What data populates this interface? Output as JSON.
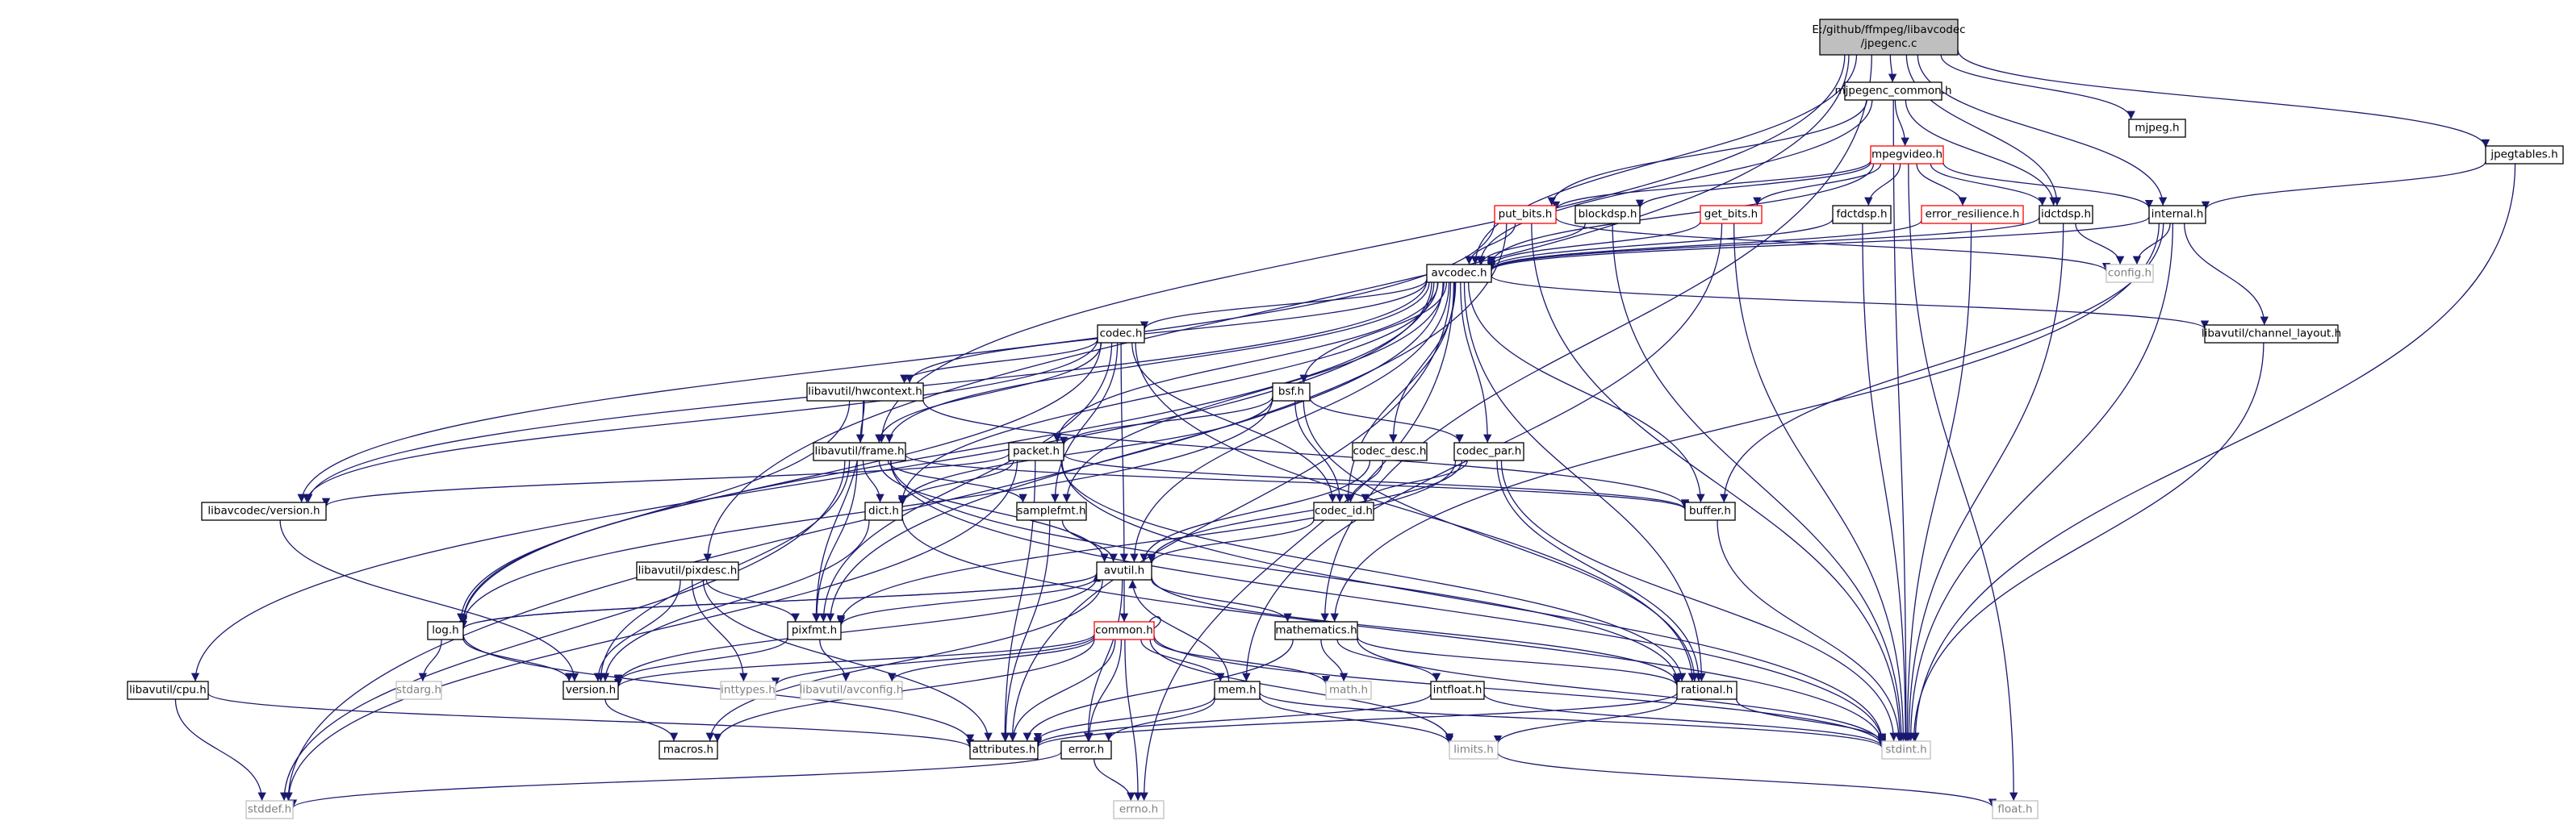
{
  "graph": {
    "edge_color": "#191970",
    "default_node_border": "#000000",
    "missing_node_border": "#bfbfbf",
    "missing_text_color": "#808080",
    "incomplete_node_border": "#ff0000",
    "root_fill": "#bfbfbf",
    "nodes": [
      {
        "id": "jpegenc",
        "lines": [
          "E:/github/ffmpeg/libavcodec",
          "/jpegenc.c"
        ],
        "kind": "root"
      },
      {
        "id": "mjpegenc_common",
        "lines": [
          "mjpegenc_common.h"
        ],
        "kind": "normal"
      },
      {
        "id": "mjpeg",
        "lines": [
          "mjpeg.h"
        ],
        "kind": "normal"
      },
      {
        "id": "jpegtables",
        "lines": [
          "jpegtables.h"
        ],
        "kind": "normal"
      },
      {
        "id": "mpegvideo",
        "lines": [
          "mpegvideo.h"
        ],
        "kind": "incomplete"
      },
      {
        "id": "put_bits",
        "lines": [
          "put_bits.h"
        ],
        "kind": "incomplete"
      },
      {
        "id": "blockdsp",
        "lines": [
          "blockdsp.h"
        ],
        "kind": "normal"
      },
      {
        "id": "get_bits",
        "lines": [
          "get_bits.h"
        ],
        "kind": "incomplete"
      },
      {
        "id": "fdctdsp",
        "lines": [
          "fdctdsp.h"
        ],
        "kind": "normal"
      },
      {
        "id": "error_resilience",
        "lines": [
          "error_resilience.h"
        ],
        "kind": "incomplete"
      },
      {
        "id": "idctdsp",
        "lines": [
          "idctdsp.h"
        ],
        "kind": "normal"
      },
      {
        "id": "internal",
        "lines": [
          "internal.h"
        ],
        "kind": "normal"
      },
      {
        "id": "config",
        "lines": [
          "config.h"
        ],
        "kind": "missing"
      },
      {
        "id": "avcodec",
        "lines": [
          "avcodec.h"
        ],
        "kind": "normal"
      },
      {
        "id": "channel_layout",
        "lines": [
          "libavutil/channel_layout.h"
        ],
        "kind": "normal"
      },
      {
        "id": "codec",
        "lines": [
          "codec.h"
        ],
        "kind": "normal"
      },
      {
        "id": "hwcontext",
        "lines": [
          "libavutil/hwcontext.h"
        ],
        "kind": "normal"
      },
      {
        "id": "bsf",
        "lines": [
          "bsf.h"
        ],
        "kind": "normal"
      },
      {
        "id": "frame",
        "lines": [
          "libavutil/frame.h"
        ],
        "kind": "normal"
      },
      {
        "id": "packet",
        "lines": [
          "packet.h"
        ],
        "kind": "normal"
      },
      {
        "id": "codec_desc",
        "lines": [
          "codec_desc.h"
        ],
        "kind": "normal"
      },
      {
        "id": "codec_par",
        "lines": [
          "codec_par.h"
        ],
        "kind": "normal"
      },
      {
        "id": "lavc_version",
        "lines": [
          "libavcodec/version.h"
        ],
        "kind": "normal"
      },
      {
        "id": "dict",
        "lines": [
          "dict.h"
        ],
        "kind": "normal"
      },
      {
        "id": "samplefmt",
        "lines": [
          "samplefmt.h"
        ],
        "kind": "normal"
      },
      {
        "id": "codec_id",
        "lines": [
          "codec_id.h"
        ],
        "kind": "normal"
      },
      {
        "id": "buffer",
        "lines": [
          "buffer.h"
        ],
        "kind": "normal"
      },
      {
        "id": "pixdesc",
        "lines": [
          "libavutil/pixdesc.h"
        ],
        "kind": "normal"
      },
      {
        "id": "avutil",
        "lines": [
          "avutil.h"
        ],
        "kind": "normal"
      },
      {
        "id": "log",
        "lines": [
          "log.h"
        ],
        "kind": "normal"
      },
      {
        "id": "pixfmt",
        "lines": [
          "pixfmt.h"
        ],
        "kind": "normal"
      },
      {
        "id": "mathematics",
        "lines": [
          "mathematics.h"
        ],
        "kind": "normal"
      },
      {
        "id": "common",
        "lines": [
          "common.h"
        ],
        "kind": "incomplete"
      },
      {
        "id": "stdarg",
        "lines": [
          "stdarg.h"
        ],
        "kind": "missing"
      },
      {
        "id": "version",
        "lines": [
          "version.h"
        ],
        "kind": "normal"
      },
      {
        "id": "inttypes",
        "lines": [
          "inttypes.h"
        ],
        "kind": "missing"
      },
      {
        "id": "avconfig",
        "lines": [
          "libavutil/avconfig.h"
        ],
        "kind": "missing"
      },
      {
        "id": "math",
        "lines": [
          "math.h"
        ],
        "kind": "missing"
      },
      {
        "id": "intfloat",
        "lines": [
          "intfloat.h"
        ],
        "kind": "normal"
      },
      {
        "id": "rational",
        "lines": [
          "rational.h"
        ],
        "kind": "normal"
      },
      {
        "id": "cpu",
        "lines": [
          "libavutil/cpu.h"
        ],
        "kind": "normal"
      },
      {
        "id": "mem",
        "lines": [
          "mem.h"
        ],
        "kind": "normal"
      },
      {
        "id": "macros",
        "lines": [
          "macros.h"
        ],
        "kind": "normal"
      },
      {
        "id": "attributes",
        "lines": [
          "attributes.h"
        ],
        "kind": "normal"
      },
      {
        "id": "error",
        "lines": [
          "error.h"
        ],
        "kind": "normal"
      },
      {
        "id": "limits",
        "lines": [
          "limits.h"
        ],
        "kind": "missing"
      },
      {
        "id": "stdint",
        "lines": [
          "stdint.h"
        ],
        "kind": "missing"
      },
      {
        "id": "stddef",
        "lines": [
          "stddef.h"
        ],
        "kind": "missing"
      },
      {
        "id": "errno",
        "lines": [
          "errno.h"
        ],
        "kind": "missing"
      },
      {
        "id": "float",
        "lines": [
          "float.h"
        ],
        "kind": "missing"
      }
    ],
    "edges": [
      [
        "jpegenc",
        "mjpegenc_common"
      ],
      [
        "jpegenc",
        "mjpeg"
      ],
      [
        "jpegenc",
        "jpegtables"
      ],
      [
        "jpegenc",
        "avcodec"
      ],
      [
        "jpegenc",
        "idctdsp"
      ],
      [
        "jpegenc",
        "internal"
      ],
      [
        "jpegenc",
        "frame"
      ],
      [
        "jpegenc",
        "pixdesc"
      ],
      [
        "jpegenc",
        "mathematics"
      ],
      [
        "mjpegenc_common",
        "mpegvideo"
      ],
      [
        "mjpegenc_common",
        "avcodec"
      ],
      [
        "mjpegenc_common",
        "put_bits"
      ],
      [
        "mjpegenc_common",
        "idctdsp"
      ],
      [
        "mjpegenc_common",
        "stdint"
      ],
      [
        "jpegtables",
        "internal"
      ],
      [
        "jpegtables",
        "stdint"
      ],
      [
        "mpegvideo",
        "put_bits"
      ],
      [
        "mpegvideo",
        "blockdsp"
      ],
      [
        "mpegvideo",
        "get_bits"
      ],
      [
        "mpegvideo",
        "fdctdsp"
      ],
      [
        "mpegvideo",
        "error_resilience"
      ],
      [
        "mpegvideo",
        "idctdsp"
      ],
      [
        "mpegvideo",
        "internal"
      ],
      [
        "mpegvideo",
        "avcodec"
      ],
      [
        "mpegvideo",
        "float"
      ],
      [
        "put_bits",
        "avcodec"
      ],
      [
        "put_bits",
        "lavc_version"
      ],
      [
        "put_bits",
        "stddef"
      ],
      [
        "put_bits",
        "stdint"
      ],
      [
        "put_bits",
        "config"
      ],
      [
        "blockdsp",
        "avcodec"
      ],
      [
        "blockdsp",
        "stdint"
      ],
      [
        "get_bits",
        "avcodec"
      ],
      [
        "get_bits",
        "mem"
      ],
      [
        "get_bits",
        "stdint"
      ],
      [
        "fdctdsp",
        "avcodec"
      ],
      [
        "fdctdsp",
        "stdint"
      ],
      [
        "error_resilience",
        "avcodec"
      ],
      [
        "error_resilience",
        "stdint"
      ],
      [
        "idctdsp",
        "avcodec"
      ],
      [
        "idctdsp",
        "config"
      ],
      [
        "idctdsp",
        "stdint"
      ],
      [
        "internal",
        "avcodec"
      ],
      [
        "internal",
        "config"
      ],
      [
        "internal",
        "buffer"
      ],
      [
        "internal",
        "channel_layout"
      ],
      [
        "internal",
        "mathematics"
      ],
      [
        "internal",
        "stdint"
      ],
      [
        "avcodec",
        "codec"
      ],
      [
        "avcodec",
        "hwcontext"
      ],
      [
        "avcodec",
        "bsf"
      ],
      [
        "avcodec",
        "frame"
      ],
      [
        "avcodec",
        "packet"
      ],
      [
        "avcodec",
        "codec_desc"
      ],
      [
        "avcodec",
        "codec_par"
      ],
      [
        "avcodec",
        "lavc_version"
      ],
      [
        "avcodec",
        "samplefmt"
      ],
      [
        "avcodec",
        "codec_id"
      ],
      [
        "avcodec",
        "buffer"
      ],
      [
        "avcodec",
        "avutil"
      ],
      [
        "avcodec",
        "log"
      ],
      [
        "avcodec",
        "pixfmt"
      ],
      [
        "avcodec",
        "rational"
      ],
      [
        "avcodec",
        "dict"
      ],
      [
        "avcodec",
        "cpu"
      ],
      [
        "avcodec",
        "channel_layout"
      ],
      [
        "avcodec",
        "attributes"
      ],
      [
        "avcodec",
        "errno"
      ],
      [
        "channel_layout",
        "stdint"
      ],
      [
        "codec",
        "hwcontext"
      ],
      [
        "codec",
        "frame"
      ],
      [
        "codec",
        "samplefmt"
      ],
      [
        "codec",
        "codec_id"
      ],
      [
        "codec",
        "avutil"
      ],
      [
        "codec",
        "log"
      ],
      [
        "codec",
        "pixfmt"
      ],
      [
        "codec",
        "rational"
      ],
      [
        "codec",
        "lavc_version"
      ],
      [
        "hwcontext",
        "buffer"
      ],
      [
        "hwcontext",
        "frame"
      ],
      [
        "hwcontext",
        "log"
      ],
      [
        "hwcontext",
        "pixfmt"
      ],
      [
        "bsf",
        "packet"
      ],
      [
        "bsf",
        "codec_id"
      ],
      [
        "bsf",
        "codec_par"
      ],
      [
        "bsf",
        "dict"
      ],
      [
        "bsf",
        "log"
      ],
      [
        "bsf",
        "rational"
      ],
      [
        "frame",
        "avutil"
      ],
      [
        "frame",
        "buffer"
      ],
      [
        "frame",
        "dict"
      ],
      [
        "frame",
        "pixfmt"
      ],
      [
        "frame",
        "rational"
      ],
      [
        "frame",
        "samplefmt"
      ],
      [
        "frame",
        "version"
      ],
      [
        "frame",
        "stddef"
      ],
      [
        "frame",
        "stdint"
      ],
      [
        "packet",
        "buffer"
      ],
      [
        "packet",
        "dict"
      ],
      [
        "packet",
        "rational"
      ],
      [
        "packet",
        "attributes"
      ],
      [
        "packet",
        "lavc_version"
      ],
      [
        "packet",
        "stddef"
      ],
      [
        "packet",
        "stdint"
      ],
      [
        "codec_desc",
        "codec_id"
      ],
      [
        "codec_desc",
        "avutil"
      ],
      [
        "codec_par",
        "codec_id"
      ],
      [
        "codec_par",
        "avutil"
      ],
      [
        "codec_par",
        "pixfmt"
      ],
      [
        "codec_par",
        "rational"
      ],
      [
        "codec_par",
        "stdint"
      ],
      [
        "lavc_version",
        "version"
      ],
      [
        "dict",
        "stdint"
      ],
      [
        "dict",
        "version"
      ],
      [
        "samplefmt",
        "avutil"
      ],
      [
        "samplefmt",
        "attributes"
      ],
      [
        "codec_id",
        "avutil"
      ],
      [
        "buffer",
        "stdint"
      ],
      [
        "pixdesc",
        "pixfmt"
      ],
      [
        "pixdesc",
        "version"
      ],
      [
        "pixdesc",
        "inttypes"
      ],
      [
        "pixdesc",
        "attributes"
      ],
      [
        "avutil",
        "common"
      ],
      [
        "avutil",
        "error"
      ],
      [
        "avutil",
        "rational"
      ],
      [
        "avutil",
        "version"
      ],
      [
        "avutil",
        "macros"
      ],
      [
        "avutil",
        "mathematics"
      ],
      [
        "avutil",
        "log"
      ],
      [
        "avutil",
        "pixfmt"
      ],
      [
        "log",
        "attributes"
      ],
      [
        "log",
        "version"
      ],
      [
        "log",
        "stdarg"
      ],
      [
        "log",
        "avutil"
      ],
      [
        "pixfmt",
        "avconfig"
      ],
      [
        "pixfmt",
        "version"
      ],
      [
        "mathematics",
        "stdint"
      ],
      [
        "mathematics",
        "math"
      ],
      [
        "mathematics",
        "attributes"
      ],
      [
        "mathematics",
        "rational"
      ],
      [
        "mathematics",
        "intfloat"
      ],
      [
        "common",
        "common"
      ],
      [
        "common",
        "attributes"
      ],
      [
        "common",
        "macros"
      ],
      [
        "common",
        "version"
      ],
      [
        "common",
        "avconfig"
      ],
      [
        "common",
        "errno"
      ],
      [
        "common",
        "inttypes"
      ],
      [
        "common",
        "limits"
      ],
      [
        "common",
        "math"
      ],
      [
        "common",
        "stdint"
      ],
      [
        "common",
        "mem"
      ],
      [
        "common",
        "error"
      ],
      [
        "version",
        "macros"
      ],
      [
        "intfloat",
        "stdint"
      ],
      [
        "intfloat",
        "attributes"
      ],
      [
        "rational",
        "stdint"
      ],
      [
        "rational",
        "limits"
      ],
      [
        "rational",
        "attributes"
      ],
      [
        "cpu",
        "stddef"
      ],
      [
        "cpu",
        "attributes"
      ],
      [
        "mem",
        "stdint"
      ],
      [
        "mem",
        "limits"
      ],
      [
        "mem",
        "attributes"
      ],
      [
        "mem",
        "error"
      ],
      [
        "mem",
        "avutil"
      ],
      [
        "error",
        "errno"
      ],
      [
        "error",
        "stddef"
      ],
      [
        "limits",
        "float"
      ]
    ]
  }
}
